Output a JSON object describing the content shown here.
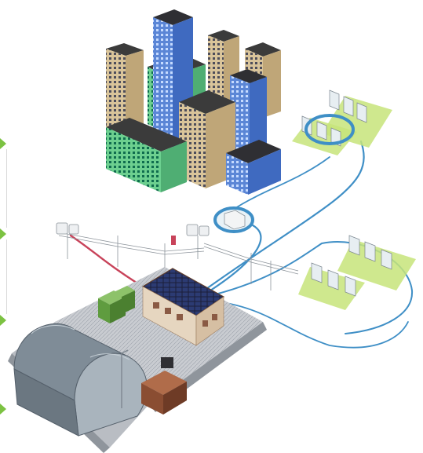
{
  "diagram": {
    "kind": "district power network illustration",
    "elements": [
      "high-rise-building-cluster",
      "ring-main-unit-top",
      "pv-array-top-right",
      "ring-main-unit-center",
      "pv-array-right",
      "pole-transformer-left",
      "pole-transformer-center",
      "substation-yard",
      "substation-building-solar-roof",
      "arched-hall-building",
      "transformer-boxes-green",
      "control-cabinet-brown"
    ],
    "text_labels": []
  },
  "colors": {
    "cable_blue": "#3f8fc6",
    "cable_red": "#c8435a",
    "pv_green": "#c7e47a",
    "marker_green": "#7cc242",
    "building_blue": "#5b86d6",
    "building_green": "#6ccf8f",
    "building_tan": "#d9c49a",
    "ground_gray": "#c9ccd1"
  }
}
